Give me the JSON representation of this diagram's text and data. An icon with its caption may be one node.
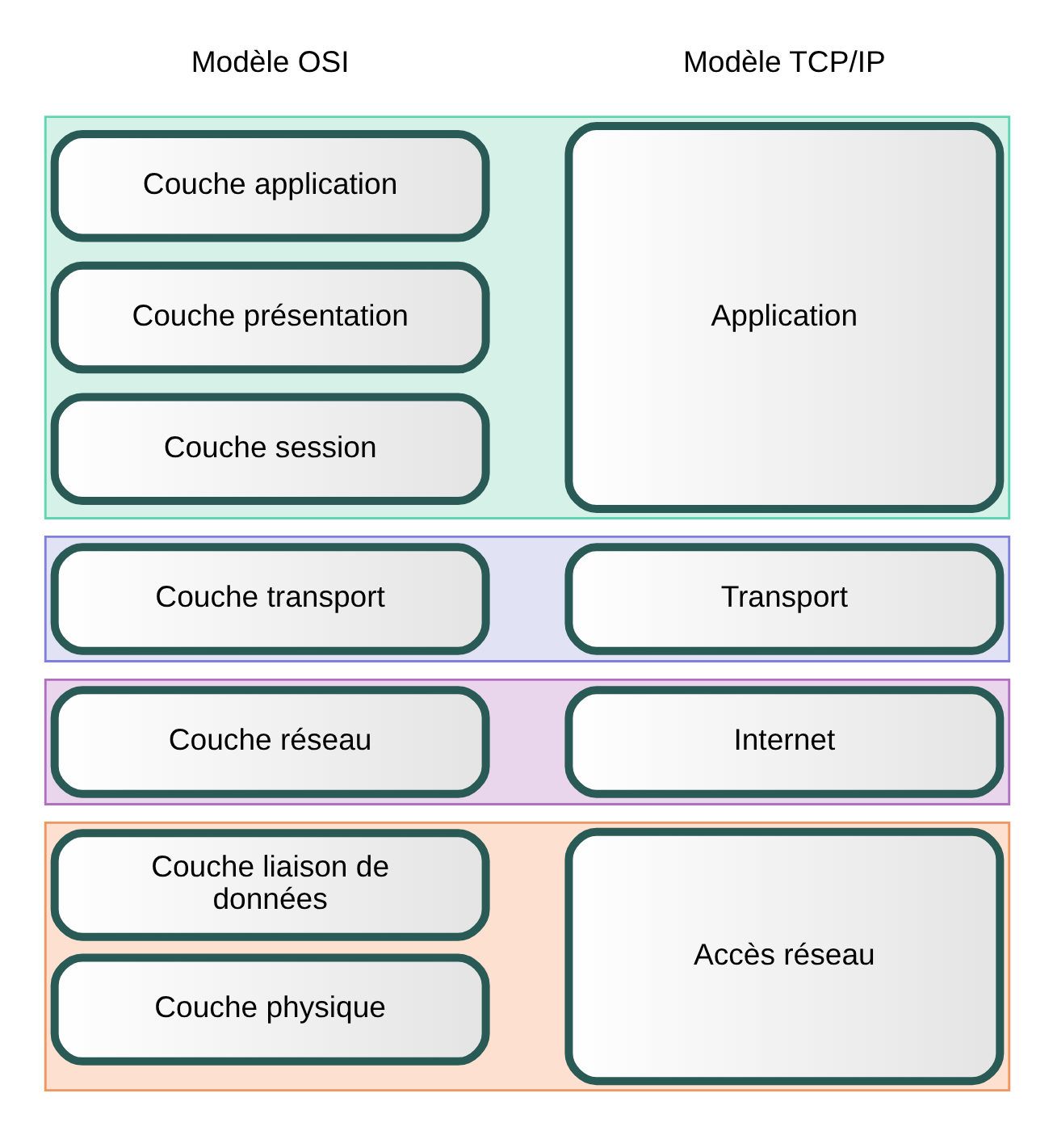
{
  "diagram": {
    "nodes": [
      {
        "text": [],
        "shape": "box"
      },
      {
        "text": [
          "Couche application"
        ],
        "in": 0
      },
      {
        "text": [
          "Couche présentation"
        ],
        "in": 0
      },
      {
        "text": [
          "Couche session"
        ],
        "in": 0
      },
      {
        "text": [
          "Application"
        ],
        "in": 0
      },
      {
        "text": [],
        "shape": "box"
      },
      {
        "text": [
          "Couche transport"
        ],
        "in": 5
      },
      {
        "text": [
          "Transport"
        ],
        "in": 5
      },
      {
        "text": [],
        "shape": "box"
      },
      {
        "text": [
          "Couche réseau"
        ],
        "in": 8
      },
      {
        "text": [
          "Internet"
        ],
        "in": 8
      },
      {
        "text": [],
        "shape": "box"
      },
      {
        "text": [
          "Couche liaison de données"
        ],
        "in": 11
      },
      {
        "text": [
          "Couche physique"
        ],
        "in": 11
      },
      {
        "text": [
          "Accès réseau"
        ],
        "in": 11
      }
    ],
    "edges": [],
    "labels": [
      "Modèle OSI",
      "Modèle TCP/IP"
    ]
  }
}
